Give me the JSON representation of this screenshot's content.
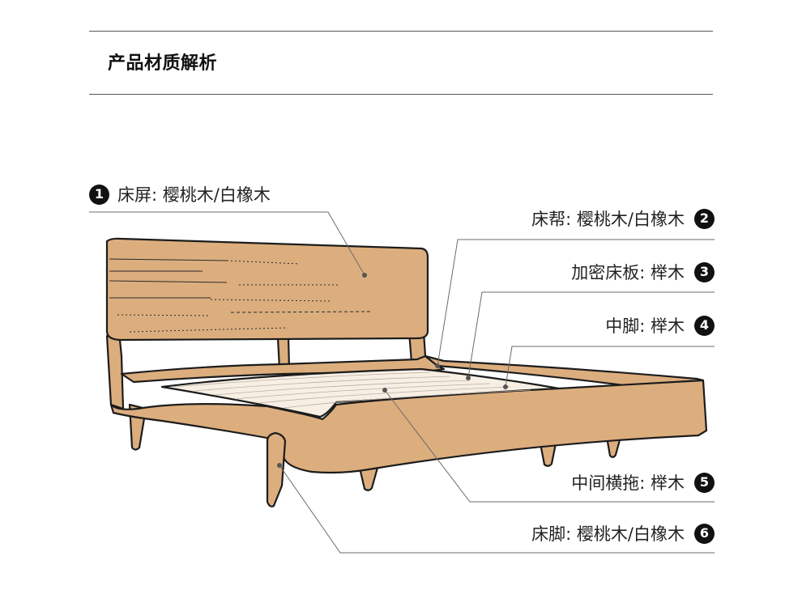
{
  "page": {
    "title": "产品材质解析"
  },
  "callouts": [
    {
      "number": "1",
      "label": "床屏: 樱桃木/白橡木",
      "part": "headboard"
    },
    {
      "number": "2",
      "label": "床帮: 樱桃木/白橡木",
      "part": "side-rail"
    },
    {
      "number": "3",
      "label": "加密床板: 榉木",
      "part": "slat-board"
    },
    {
      "number": "4",
      "label": "中脚: 榉木",
      "part": "center-leg"
    },
    {
      "number": "5",
      "label": "中间横拖: 榉木",
      "part": "middle-crossbar"
    },
    {
      "number": "6",
      "label": "床脚: 樱桃木/白橡木",
      "part": "bed-leg"
    }
  ],
  "colors": {
    "wood": "#dcae7e",
    "wood_dark": "#c99a68",
    "slats": "#f8efe4",
    "outline": "#1c1c1c",
    "leader": "#6b6b6b",
    "badge": "#111111"
  }
}
